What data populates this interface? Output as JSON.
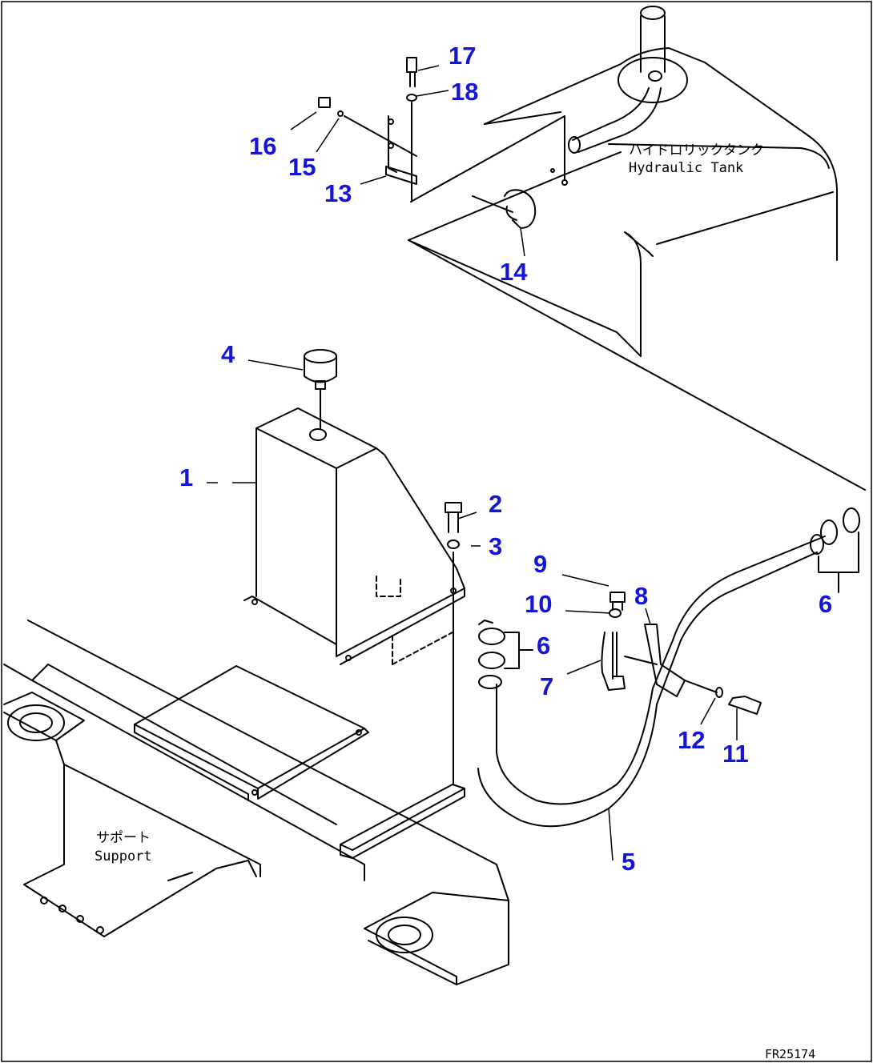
{
  "drawing": {
    "tank_label_jp": "ハイドロリックタンク",
    "tank_label_en": "Hydraulic Tank",
    "support_label_jp": "サポート",
    "support_label_en": "Support",
    "figure_code": "FR25174"
  },
  "callouts": {
    "c1": "1",
    "c2": "2",
    "c3": "3",
    "c4": "4",
    "c5": "5",
    "c6a": "6",
    "c6b": "6",
    "c7": "7",
    "c8": "8",
    "c9": "9",
    "c10": "10",
    "c11": "11",
    "c12": "12",
    "c13": "13",
    "c14": "14",
    "c15": "15",
    "c16": "16",
    "c17": "17",
    "c18": "18"
  }
}
